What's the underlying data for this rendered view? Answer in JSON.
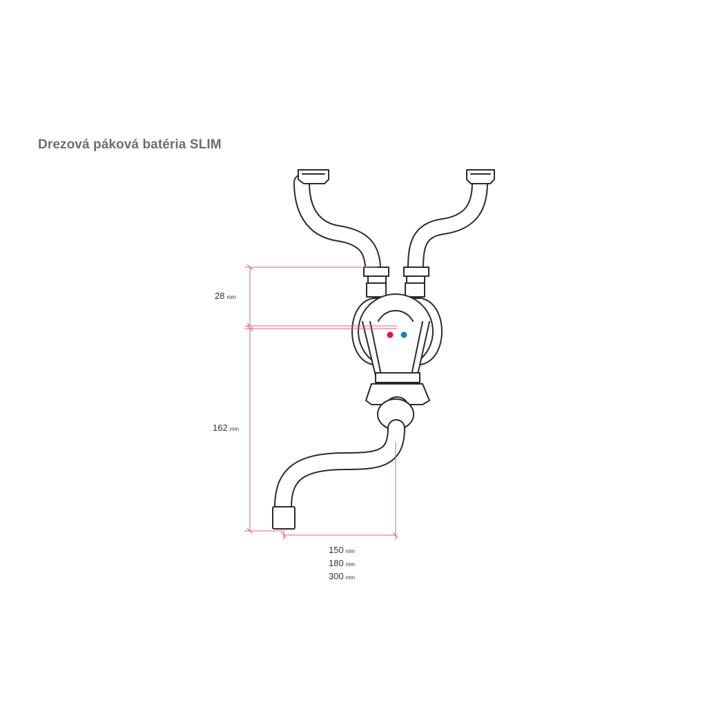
{
  "title": "Drezová páková batéria SLIM",
  "dimensions": {
    "top": {
      "value": "28",
      "unit": "mm"
    },
    "height": {
      "value": "162",
      "unit": "mm"
    },
    "reach": [
      {
        "value": "150",
        "unit": "mm"
      },
      {
        "value": "180",
        "unit": "mm"
      },
      {
        "value": "300",
        "unit": "mm"
      }
    ]
  },
  "colors": {
    "outline": "#2a2a2a",
    "dimension_line": "#e0607a",
    "hot_dot": "#e4134f",
    "cold_dot": "#1a7fb5"
  }
}
